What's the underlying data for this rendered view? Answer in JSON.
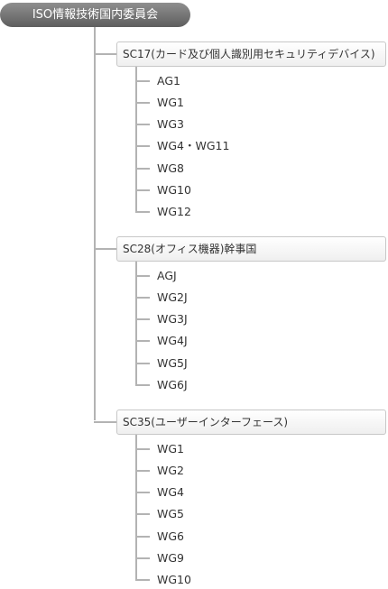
{
  "root_label": "ISO情報技術国内委員会",
  "groups": [
    {
      "label": "SC17(カード及び個人識別用セキュリティデバイス)",
      "items": [
        "AG1",
        "WG1",
        "WG3",
        "WG4・WG11",
        "WG8",
        "WG10",
        "WG12"
      ]
    },
    {
      "label": "SC28(オフィス機器)幹事国",
      "items": [
        "AGJ",
        "WG2J",
        "WG3J",
        "WG4J",
        "WG5J",
        "WG6J"
      ]
    },
    {
      "label": "SC35(ユーザーインターフェース)",
      "items": [
        "WG1",
        "WG2",
        "WG4",
        "WG5",
        "WG6",
        "WG9",
        "WG10"
      ]
    }
  ],
  "colors": {
    "line": "#b3b3b3",
    "root_bg": "#6e6e6e",
    "text": "#333333"
  }
}
